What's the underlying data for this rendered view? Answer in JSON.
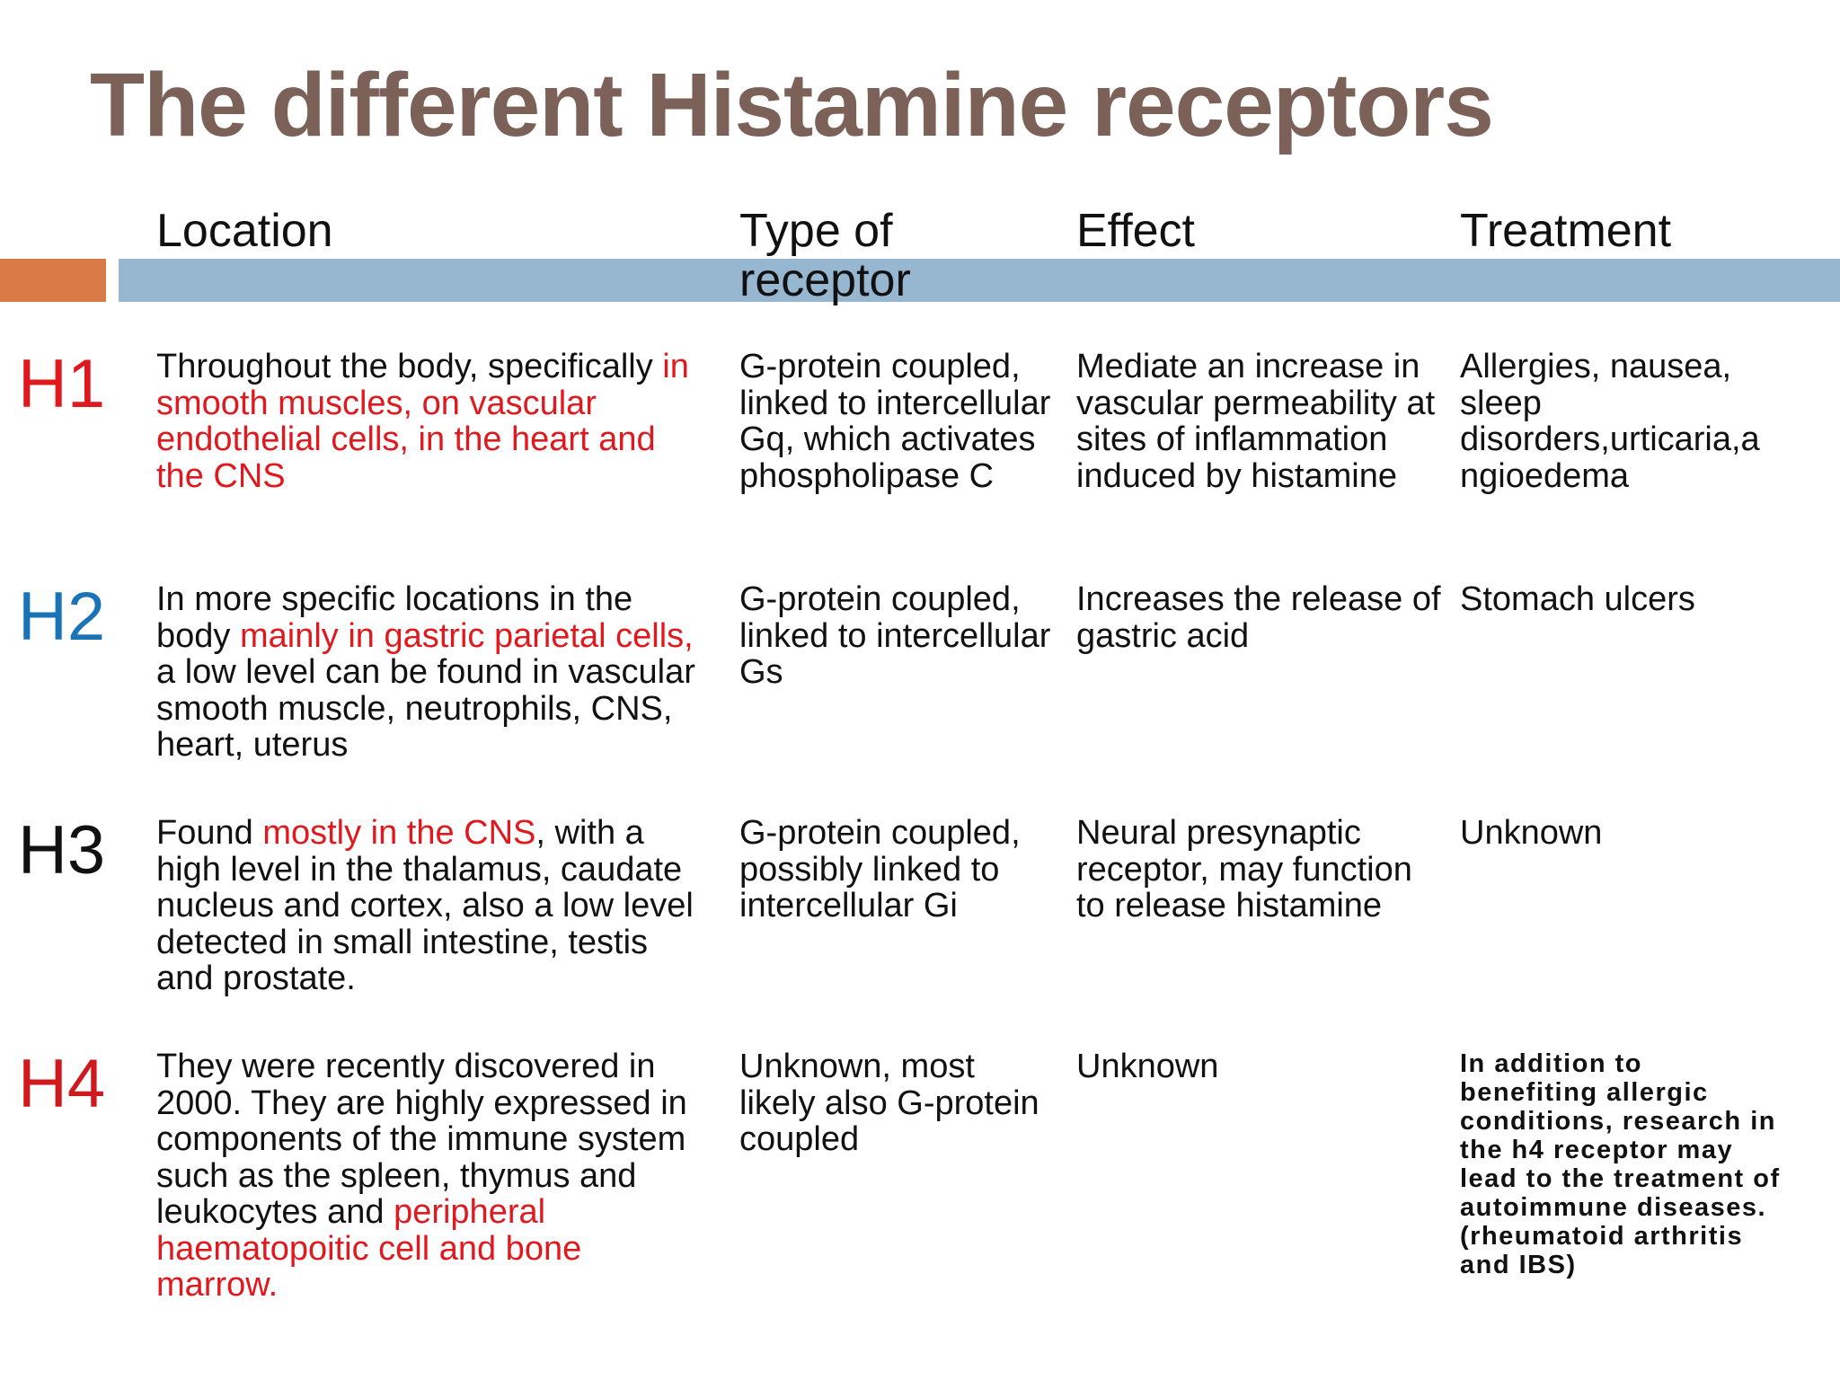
{
  "title": "The different Histamine receptors",
  "colors": {
    "title": "#7b6157",
    "accent_bar": "#d97a47",
    "header_bar": "#97b7d0",
    "highlight_red": "#e0191e",
    "h1": "#e0191e",
    "h2": "#1a73b7",
    "h3": "#111111",
    "h4": "#d0191e"
  },
  "columns": {
    "location": "Location",
    "type_line1": "Type of",
    "type_line2": "receptor",
    "effect": "Effect",
    "treatment": "Treatment"
  },
  "rows": [
    {
      "label": "H1",
      "location": {
        "a": "Throughout the body, specifically ",
        "red": "in smooth muscles, on vascular endothelial cells, in the heart and the CNS"
      },
      "type": "G-protein coupled, linked to intercellular Gq, which activates phospholipase C",
      "effect": "Mediate an increase in vascular permeability at sites of inflammation induced by histamine",
      "treatment": "Allergies, nausea, sleep disorders,urticaria,a ngioedema"
    },
    {
      "label": "H2",
      "location": {
        "a": "In more specific locations in the body ",
        "red": "mainly in gastric parietal cells,",
        "b": " a low level can be found in vascular smooth muscle, neutrophils, CNS, heart, uterus"
      },
      "type": "G-protein coupled, linked to intercellular Gs",
      "effect": "Increases the release of gastric acid",
      "treatment": "Stomach ulcers"
    },
    {
      "label": "H3",
      "location": {
        "a": "Found ",
        "red": "mostly in the CNS",
        "b": ", with a high level in the thalamus, caudate nucleus and cortex, also a low level detected in small intestine, testis and prostate."
      },
      "type": "G-protein coupled, possibly linked to intercellular Gi",
      "effect": "Neural presynaptic receptor, may function to release histamine",
      "treatment": "Unknown"
    },
    {
      "label": "H4",
      "location": {
        "a": "They were recently discovered in 2000. They are highly expressed in components of the immune system such as the spleen, thymus and leukocytes and ",
        "red": "peripheral haematopoitic cell and bone marrow."
      },
      "type": "Unknown, most likely also G-protein coupled",
      "effect": "Unknown",
      "treatment": "In addition to benefiting allergic conditions, research in the h4 receptor may lead to the treatment of autoimmune diseases. (rheumatoid arthritis and IBS)"
    }
  ]
}
